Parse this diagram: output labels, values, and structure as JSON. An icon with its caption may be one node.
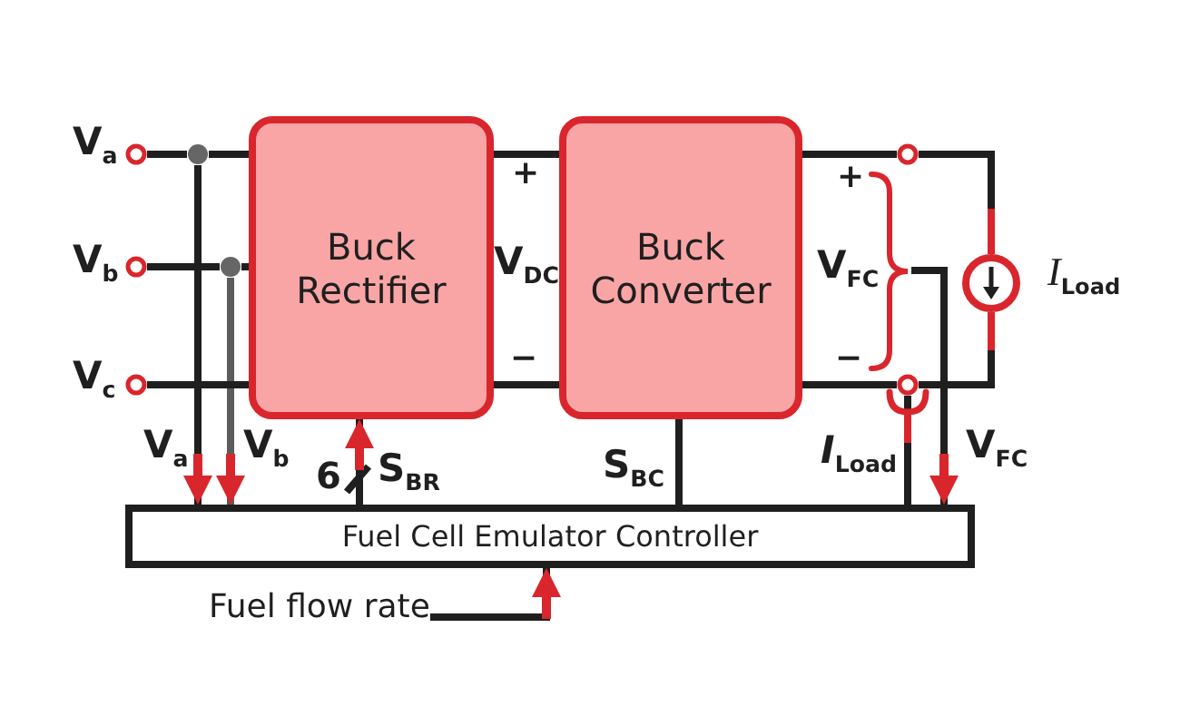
{
  "diagram": {
    "nodes": [
      {
        "text": [],
        "shape": "circle",
        "beside": [
          "V$_{a}$"
        ]
      },
      {
        "text": [],
        "shape": "circle",
        "beside": [
          "V$_{b}$"
        ]
      },
      {
        "text": [],
        "shape": "circle",
        "beside": [
          "V$_{c}$"
        ]
      },
      {
        "text": [
          "Buck Rectifier"
        ]
      },
      {
        "text": [
          "Buck Converter"
        ]
      },
      {
        "text": [],
        "shape": "circle"
      },
      {
        "text": [],
        "shape": "circle"
      },
      {
        "text": [],
        "shape": "circle",
        "beside": [
          "*I*$_{Load}$"
        ]
      },
      {
        "text": [
          "Fuel Cell Emulator Controller"
        ]
      },
      {
        "text": [
          "Fuel flow rate"
        ]
      },
      {
        "text": [],
        "shape": "brace"
      },
      {
        "text": [],
        "shape": "dot"
      },
      {
        "text": [],
        "shape": "dot"
      }
    ],
    "edges": [
      {
        "from": 0,
        "to": 11,
        "arrow": "none"
      },
      {
        "from": 11,
        "to": 3,
        "arrow": "none"
      },
      {
        "from": 1,
        "to": 12,
        "arrow": "none"
      },
      {
        "from": 12,
        "to": 3,
        "arrow": "none"
      },
      {
        "from": 2,
        "to": 3,
        "arrow": "none"
      },
      {
        "from": 3,
        "to": 4,
        "arrow": "none"
      },
      {
        "from": 3,
        "to": 4,
        "arrow": "none"
      },
      {
        "from": 4,
        "to": 5,
        "arrow": "none"
      },
      {
        "from": 4,
        "to": 6,
        "arrow": "none"
      },
      {
        "from": 5,
        "to": 7,
        "arrow": "none"
      },
      {
        "from": 6,
        "to": 7,
        "arrow": "none"
      },
      {
        "from": 11,
        "to": 8,
        "arrow": "to",
        "label": "V$_{a}$"
      },
      {
        "from": 12,
        "to": 8,
        "arrow": "to",
        "label": "V$_{b}$",
        "color": "#5c5c5c"
      },
      {
        "from": 8,
        "to": 3,
        "arrow": "to",
        "label": "S$_{BR}$"
      },
      {
        "from": 8,
        "to": 4,
        "arrow": "none",
        "label": "S$_{BC}$"
      },
      {
        "from": 6,
        "to": 8,
        "arrow": "none",
        "label": "*I*$_{Load}$"
      },
      {
        "from": 10,
        "to": 8,
        "arrow": "to",
        "label": "V$_{FC}$"
      },
      {
        "from": 9,
        "to": 8,
        "arrow": "to"
      }
    ],
    "labels": [
      "+",
      "V$_{DC}$",
      "−",
      "+",
      "V$_{FC}$",
      "−",
      "6"
    ]
  }
}
